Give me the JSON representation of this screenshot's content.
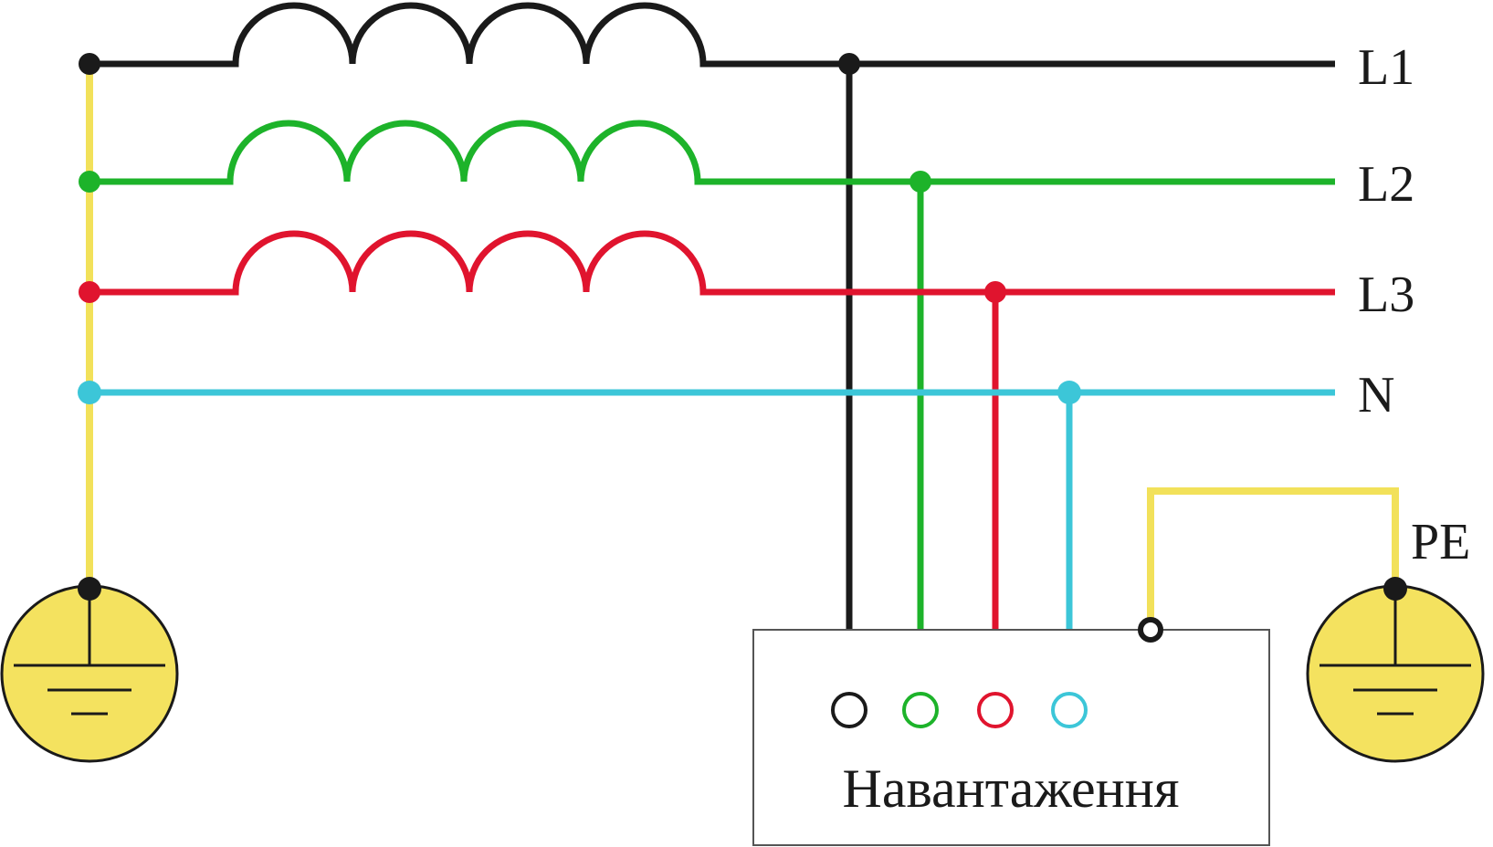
{
  "lines": [
    {
      "key": "l1",
      "label": "L1",
      "color": "#1a1a1a"
    },
    {
      "key": "l2",
      "label": "L2",
      "color": "#1db32a"
    },
    {
      "key": "l3",
      "label": "L3",
      "color": "#e0142e"
    },
    {
      "key": "n",
      "label": "N",
      "color": "#3cc6d8"
    }
  ],
  "pe": {
    "label": "PE",
    "color": "#f2e15a"
  },
  "load": {
    "label": "Навантаження"
  },
  "colors": {
    "ground_fill": "#f4e25f",
    "ground_outline": "#1a1a1a",
    "box_outline": "#555555"
  }
}
